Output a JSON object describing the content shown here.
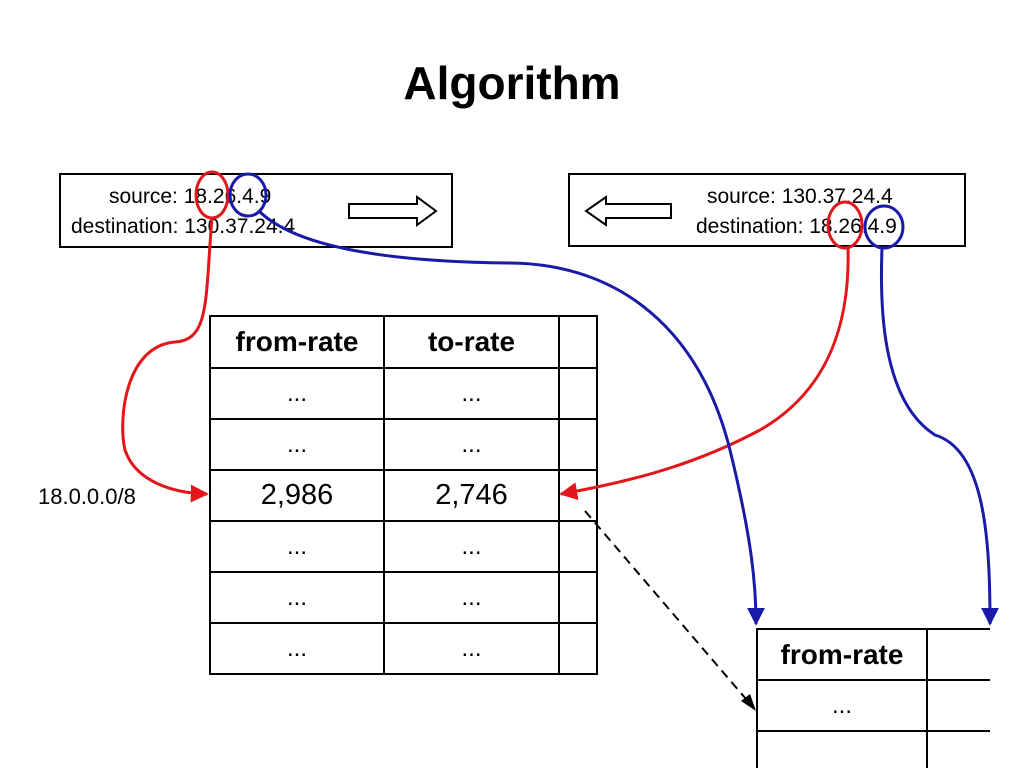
{
  "title": "Algorithm",
  "left_packet": {
    "source_line": "source: 18.26.4.9",
    "destination_line": "destination: 130.37.24.4",
    "arrow_direction": "right"
  },
  "right_packet": {
    "source_line": "source: 130.37.24.4",
    "destination_line": "destination: 18.26.4.9",
    "arrow_direction": "left"
  },
  "main_table": {
    "headers": [
      "from-rate",
      "to-rate",
      ""
    ],
    "rows": [
      [
        "...",
        "...",
        ""
      ],
      [
        "...",
        "...",
        ""
      ],
      [
        "2,986",
        "2,746",
        ""
      ],
      [
        "...",
        "...",
        ""
      ],
      [
        "...",
        "...",
        ""
      ],
      [
        "...",
        "...",
        ""
      ]
    ],
    "highlight_prefix": "18.0.0.0/8"
  },
  "sub_table": {
    "headers": [
      "from-rate",
      ""
    ],
    "rows": [
      [
        "...",
        ""
      ]
    ]
  },
  "colors": {
    "first_octet": "#e3161b",
    "second_octet": "#1a1aa8",
    "link_dashed": "#000000"
  }
}
